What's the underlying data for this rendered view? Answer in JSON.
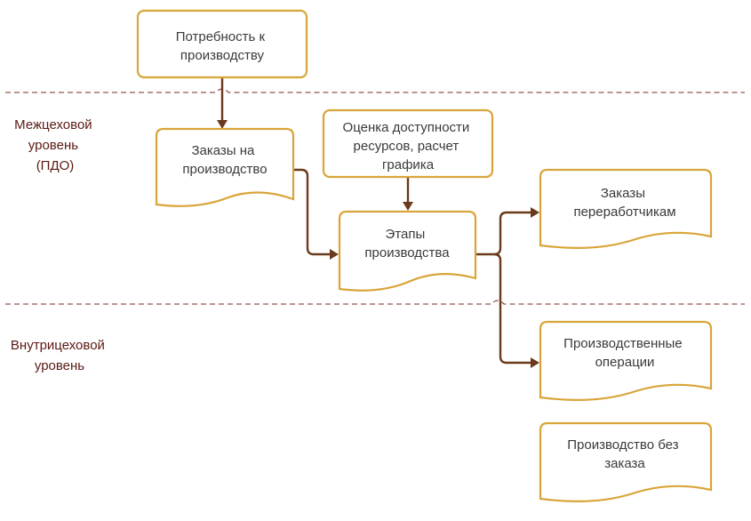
{
  "levels": {
    "inter_shop": [
      "Межцеховой",
      "уровень",
      "(ПДО)"
    ],
    "intra_shop": [
      "Внутрицеховой",
      "уровень"
    ]
  },
  "nodes": {
    "need": [
      "Потребность к",
      "производству"
    ],
    "orders": [
      "Заказы на",
      "производство"
    ],
    "assessment": [
      "Оценка доступности",
      "ресурсов, расчет",
      "графика"
    ],
    "stages": [
      "Этапы",
      "производства"
    ],
    "contractor_orders": [
      "Заказы",
      "переработчикам"
    ],
    "operations": [
      "Производственные",
      "операции"
    ],
    "no_order": [
      "Производство без",
      "заказа"
    ]
  },
  "colors": {
    "box_border": "#d9a53a",
    "connector": "#6b3a1c",
    "separator": "#7a2a22",
    "level_text": "#5a1a14"
  }
}
